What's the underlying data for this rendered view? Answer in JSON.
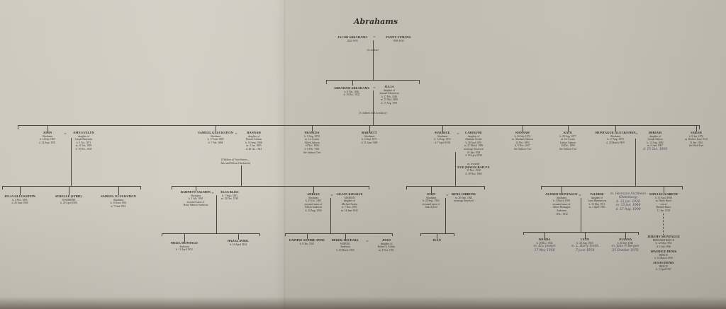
{
  "title": "Abrahams",
  "notes": {
    "four_children": "(4 children)",
    "died_infancy": "(3 children died in infancy)",
    "twin_sisters": [
      "(Children of Twin Sisters—",
      "Julia and Helena Gluckstein)"
    ]
  },
  "people": {
    "jacob": {
      "name": "JACOB ABRAHAMS",
      "lines": [
        "1822-1895"
      ]
    },
    "fanny": {
      "name": "FANNY SYMONS",
      "lines": [
        "1808-1843"
      ]
    },
    "abraham": {
      "name": "ABRAHAM ABRAHAMS",
      "lines": [
        "b. 8 Feb. 1836",
        "d. 16 Dec. 1922"
      ]
    },
    "julia": {
      "name": "JULIA",
      "lines": [
        "daughter of",
        "Samuel Gluckstein",
        "b. 17 Feb. 1846",
        "m. 25 May 1868",
        "d. 17 Aug. 1891"
      ]
    },
    "john": {
      "name": "JOHN",
      "lines": [
        "Abrahams",
        "b. 14 July 1867",
        "d. 14 Sept. 1951"
      ]
    },
    "amy": {
      "name": "AMY EVELYN",
      "lines": [
        "daughter of",
        "Joseph Benjamin",
        "b. 5 Oct. 1871",
        "m. 21 Jan. 1891",
        "d. 19 Dec. 1935"
      ]
    },
    "samuel": {
      "name": "SAMUEL GLUCKSTEIN",
      "lines": [
        "Abrahams",
        "b. 17 June 1869",
        "d. 7 Feb. 1894"
      ]
    },
    "hannah1": {
      "name": "HANNAH",
      "lines": [
        "daughter of",
        "Barnett Salmon",
        "b. 16 Sept. 1866",
        "m. 4 Jan. 1893",
        "d. 28 Oct. 1943"
      ]
    },
    "frances": {
      "name": "FRANCES",
      "lines": [
        "b. 9 Aug. 1870",
        "m. 1st Cousin",
        "Alfred Salmon",
        "14 Nov. 1894",
        "d. 8 Feb. 1946",
        "See Salmon Tree"
      ]
    },
    "barnett": {
      "name": "BARNETT",
      "lines": [
        "Abrahams",
        "b. 3 Sept. 1871",
        "d. 11 June 1949"
      ]
    },
    "maurice": {
      "name": "MAURICE",
      "lines": [
        "Abrahams",
        "b. 14 Aug. 1872",
        "d. 7 April 1938"
      ]
    },
    "caroline": {
      "name": "CAROLINE",
      "lines": [
        "daughter of",
        "Abraham Brodie",
        "b. 20 June 1891",
        "m. 27 March 1909",
        "marriage dissolved",
        "19 July 1928",
        "d. 18 April 1938"
      ]
    },
    "eve": {
      "name": "EVE (MAUD) BAILEY",
      "pre": "m. secondly",
      "lines": [
        "13 Nov. 1928",
        "d. 18 Nov. 1960"
      ]
    },
    "hannah2": {
      "name": "HANNAH",
      "lines": [
        "b. 26 July 1874",
        "m. Abraham Salmon",
        "14 Dec. 1893",
        "d. 8 Nov. 1937",
        "See Salmon Tree"
      ]
    },
    "kate": {
      "name": "KATE",
      "lines": [
        "b. 28 Aug. 1877",
        "m. 1st Cousin",
        "Isidore Salmon",
        "19 Dec. 1899",
        "See Salmon Tree"
      ]
    },
    "montague": {
      "name": "MONTAGUE GLUCKSTEIN",
      "lines": [
        "Abrahams",
        "b. 17 Aug. 1878",
        "d. 28 March 1959"
      ]
    },
    "miriam": {
      "name": "MIRIAM",
      "lines": [
        "daughter of",
        "Joseph Nathan",
        "b. 12 Aug. 1884",
        "m. 9 June 1907"
      ],
      "handwritten": [
        "d. 15 Oct. 1969"
      ]
    },
    "sarah": {
      "name": "SARAH",
      "lines": [
        "b. 9 Jan. 1876",
        "m. Herbert Isaac Wolf",
        "11 Jan. 1902",
        "See Wolf Tree"
      ]
    },
    "julia_g": {
      "name": "JULIA GLUCKSTEIN",
      "lines": [
        "b. 4 Nov. 1895",
        "d. 25 June 1949"
      ]
    },
    "sybelle": {
      "name": "SYBELLE (SYBIL)",
      "lines": [
        "JOSEPHINE",
        "b. 20 April 1900"
      ]
    },
    "samuel_g": {
      "name": "SAMUEL GLUCKSTEIN",
      "lines": [
        "Abrahams",
        "b. 10 June 1901",
        "d. 7 June 1951"
      ]
    },
    "barnett_s": {
      "name": "BARNETT SALMON",
      "lines": [
        "Abrahams",
        "b. 3 July 1894",
        "assumed name of",
        "Barry Salmon Anderson"
      ]
    },
    "elsa": {
      "name": "ELSA BLISS",
      "lines": [
        "b. 7 Sept. 1893",
        "m. 23 Dec. 1930"
      ]
    },
    "adrian": {
      "name": "ADRIAN",
      "lines": [
        "Abrahams",
        "b. 29 Oct. 1893",
        "assumed name of",
        "Adrian Anderson",
        "d. 24 Aug. 1950"
      ]
    },
    "lilian": {
      "name": "LILIAN ROSALIE",
      "lines": [
        "MARION",
        "daughter of",
        "Michael Austin",
        "b. 7 Nov. 1891",
        "m. 14 June 1921"
      ]
    },
    "john2": {
      "name": "JOHN",
      "lines": [
        "Abrahams",
        "b. 28 Sept. 1902",
        "assumed name of",
        "John Aylard"
      ]
    },
    "rene": {
      "name": "RENE GIBBONS",
      "lines": [
        "m. 28 Sept. 1925",
        "marriage dissolved"
      ]
    },
    "nigel": {
      "name": "NIGEL MONTAGU",
      "lines": [
        "Anderson",
        "b. 11 April 1932"
      ]
    },
    "hazel": {
      "name": "HAZEL AVRIL",
      "lines": [
        "b. 14 April 1934"
      ]
    },
    "daphne": {
      "name": "DAPHNE SOPHIE ANNE",
      "lines": [
        "b. 8 Jan. 1923"
      ]
    },
    "derek": {
      "name": "DEREK MICHAEL",
      "lines": [
        "SAMUEL",
        "Anderson",
        "b. 20 March 1925"
      ]
    },
    "joan": {
      "name": "JOAN",
      "lines": [
        "daughter of",
        "Robert S. Ashley",
        "m. 3 Nov. 1951"
      ]
    },
    "jean": {
      "name": "JEAN",
      "lines": []
    },
    "alfred": {
      "name": "ALFRED MONTAGUE",
      "lines": [
        "Abrahams",
        "b. 3 March 1908",
        "assumed name of",
        "Alfred Montague",
        "Anderson",
        "1 Dec. 1932"
      ]
    },
    "valerie": {
      "name": "VALERIE",
      "lines": [
        "daughter of",
        "Louis Hammerson",
        "b. 13 May 1911",
        "m. 2 April 1930"
      ]
    },
    "valerie_hw": {
      "name": "",
      "lines": [],
      "handwritten": [
        "m. Hermann Aschheim",
        "(Oldenburg)",
        "b. 31 Jan. 1930",
        "m. 15 Jan. 1968",
        "d. 17 Aug. 1990"
      ]
    },
    "edna": {
      "name": "EDNA ELIZABETH",
      "lines": [
        "b. 11 April 1908",
        "m. Denis Bruce",
        "son of",
        "Bernard Bruce",
        "12 Jan. 1933"
      ]
    },
    "jeremy": {
      "name": "JEREMY MONTAGUE",
      "lines": [
        "BERNARD BRUCE",
        "b. 12 May 1934",
        "d. 5 July 1936"
      ]
    },
    "maurice_d": {
      "name": "MAURICE DENIS",
      "lines": [
        "BRUCE",
        "b. 24 March 1936"
      ]
    },
    "susan": {
      "name": "SUSAN DENIS",
      "lines": [
        "BRUCE",
        "b. 9 April 1937"
      ]
    },
    "wanda": {
      "name": "WANDA",
      "lines": [
        "b. 18 Dec. 1932"
      ],
      "handwritten": [
        "m. Eric Joseph",
        "17 May 1958"
      ]
    },
    "lynn": {
      "name": "LYNN",
      "lines": [
        "b. 20 Aug. 1935"
      ],
      "handwritten": [
        "m. L. Barry Smith",
        "7 June 1958"
      ]
    },
    "joanna": {
      "name": "JOANNA",
      "lines": [
        "b. 30 July 1943"
      ],
      "handwritten": [
        "m. John P. Bergen",
        "25 October 1970"
      ]
    }
  }
}
